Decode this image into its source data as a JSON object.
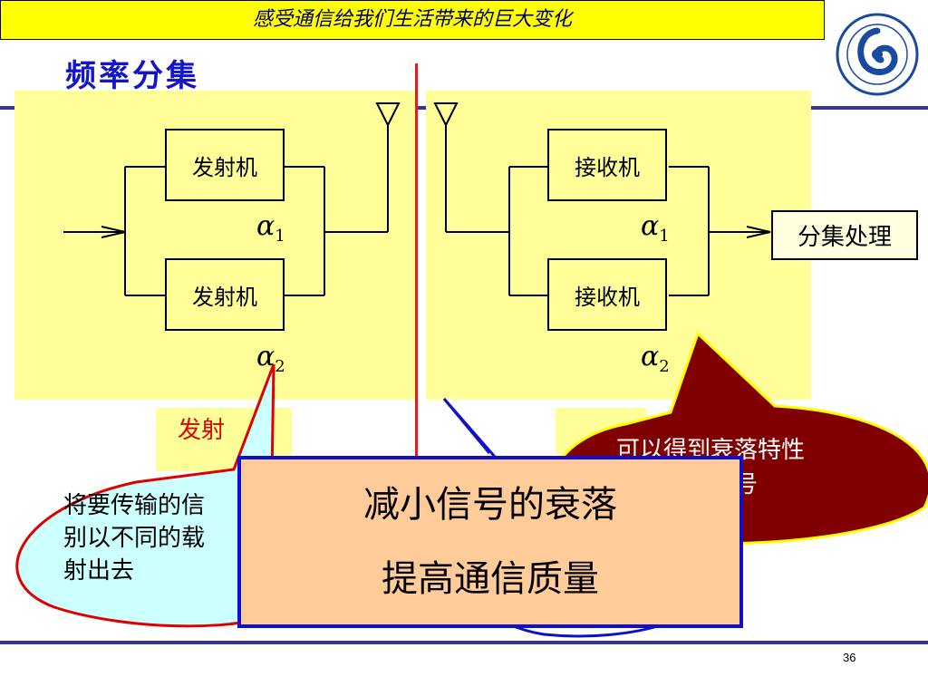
{
  "header": {
    "title": "感受通信给我们生活带来的巨大变化"
  },
  "page": {
    "title": "频率分集",
    "number": "36"
  },
  "transmitter": {
    "box1": "发射机",
    "box2": "发射机"
  },
  "receiver": {
    "box1": "接收机",
    "box2": "接收机"
  },
  "diversity_box": "分集处理",
  "alpha": {
    "symbol": "α",
    "sub1": "1",
    "sub2": "2"
  },
  "under_left": "发射",
  "under_right": "",
  "bubble_left": "将要传输的信\n别以不同的载\n射出去",
  "bubble_right": "可以得到衰落特性\n关的信号",
  "center_box": {
    "line1": "减小信号的衰落",
    "line2": "提高通信质量"
  },
  "colors": {
    "header_bg": "#ffff00",
    "panel_bg": "#ffff99",
    "divider": "#e02020",
    "title_blue": "#1414c8",
    "bubble_left_fill": "#ccffff",
    "bubble_right_fill": "#800000",
    "center_fill": "#ffcc99"
  }
}
